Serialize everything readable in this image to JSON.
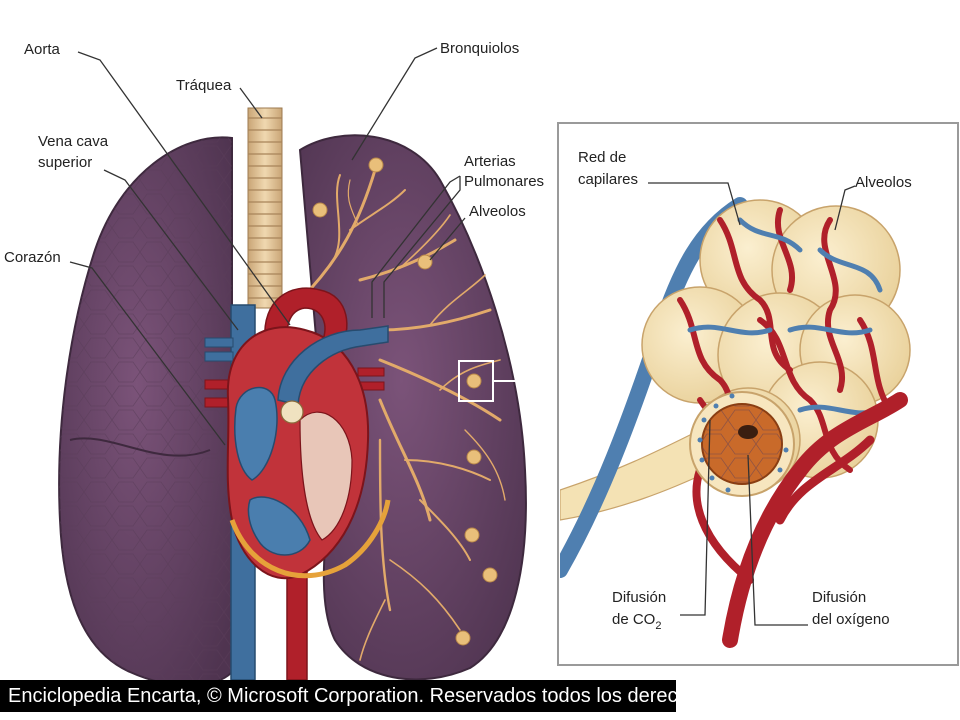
{
  "labels": {
    "aorta": "Aorta",
    "traquea": "Tráquea",
    "vena_cava_1": "Vena cava",
    "vena_cava_2": "superior",
    "corazon": "Corazón",
    "bronquiolos": "Bronquiolos",
    "arterias_1": "Arterias",
    "arterias_2": "Pulmonares",
    "alveolos_left": "Alveolos",
    "red_1": "Red de",
    "red_2": "capilares",
    "alveolos_right": "Alveolos",
    "co2_1": "Difusión",
    "co2_2": "de CO",
    "co2_sub": "2",
    "oxi_1": "Difusión",
    "oxi_2": "del oxígeno"
  },
  "credit": "Enciclopedia Encarta, © Microsoft Corporation. Reservados todos los derechos.",
  "colors": {
    "lung": "#6f4a6e",
    "lung_dark": "#523651",
    "artery": "#b0202a",
    "vein": "#3f6f9e",
    "bronchi": "#e0a766",
    "alveolus": "#f4e2b4",
    "trachea": "#e3c498"
  }
}
